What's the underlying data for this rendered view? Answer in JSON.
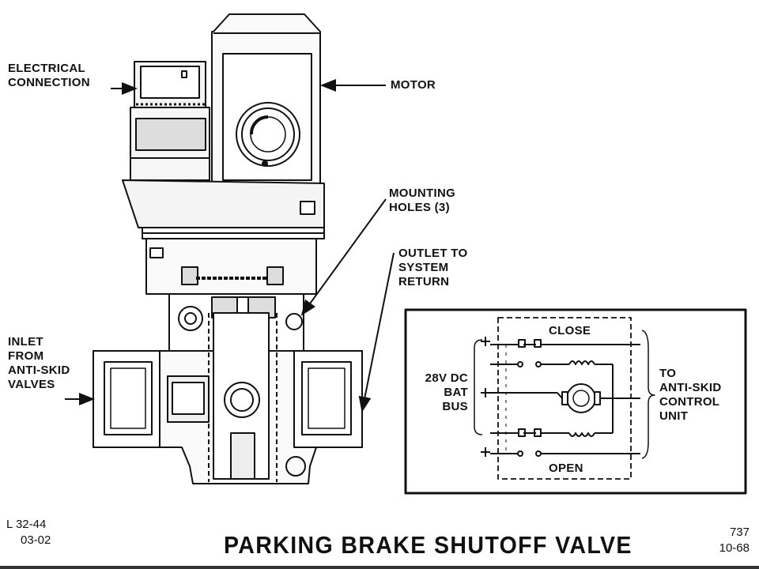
{
  "labels": {
    "electrical_connection": [
      "ELECTRICAL",
      "CONNECTION"
    ],
    "motor": "MOTOR",
    "mounting_holes": [
      "MOUNTING",
      "HOLES (3)"
    ],
    "outlet": [
      "OUTLET TO",
      "SYSTEM",
      "RETURN"
    ],
    "inlet": [
      "INLET",
      "FROM",
      "ANTI-SKID",
      "VALVES"
    ]
  },
  "schematic": {
    "close": "CLOSE",
    "open": "OPEN",
    "supply": [
      "28V DC",
      "BAT",
      "BUS"
    ],
    "destination": [
      "TO",
      "ANTI-SKID",
      "CONTROL",
      "UNIT"
    ]
  },
  "title": "PARKING BRAKE SHUTOFF VALVE",
  "ref_left": [
    "L 32-44",
    "03-02"
  ],
  "ref_right": [
    "737",
    "10-68"
  ]
}
